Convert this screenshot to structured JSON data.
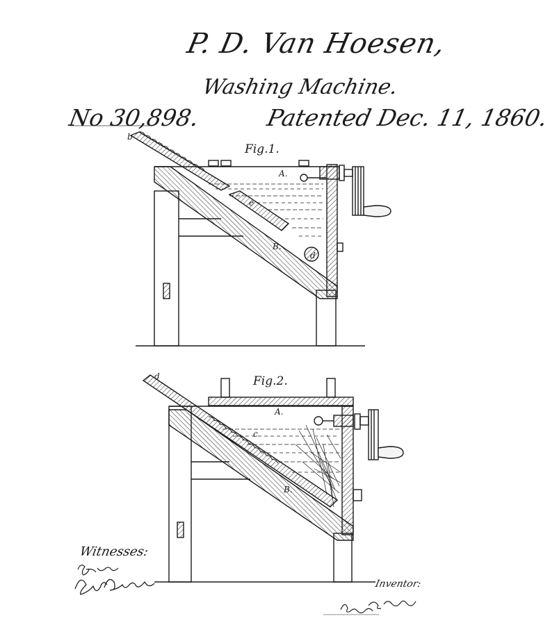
{
  "header": {
    "inventor_name": "P. D. Van Hoesen,",
    "invention_title": "Washing Machine.",
    "patent_number": "No 30,898.",
    "patent_date": "Patented Dec. 11, 1860."
  },
  "figures": [
    {
      "label": "Fig.1.",
      "parts": {
        "a": "A.",
        "b": "b",
        "c": "c",
        "B": "B.",
        "d": "d"
      }
    },
    {
      "label": "Fig.2.",
      "parts": {
        "a": "A.",
        "b": "d",
        "c": "c",
        "B": "B."
      }
    }
  ],
  "footer": {
    "witnesses_label": "Witnesses:",
    "inventor_label": "Inventor:",
    "witness_signatures": [
      "E. Roup",
      "L. W. Bendre"
    ],
    "inventor_signature": "Pierre D. Van Hoesen"
  }
}
